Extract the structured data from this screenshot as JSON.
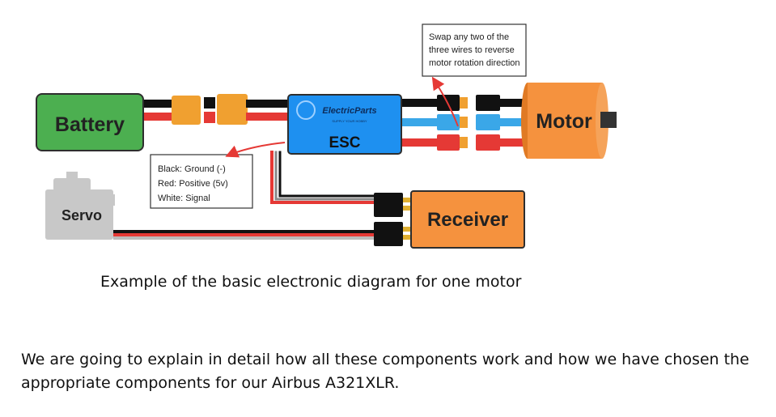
{
  "diagram": {
    "blocks": {
      "battery": "Battery",
      "esc_brand": "ElectricParts",
      "esc_tagline": "SUPPLY YOUR HOBBY",
      "esc": "ESC",
      "motor": "Motor",
      "servo": "Servo",
      "receiver": "Receiver"
    },
    "note_motor": {
      "lines": [
        "Swap any two of the",
        "three wires to reverse",
        "motor rotation direction"
      ]
    },
    "note_wires": {
      "lines": [
        "Black: Ground (-)",
        "Red: Positive (5v)",
        "White: Signal"
      ]
    },
    "colors": {
      "battery": "#4caf50",
      "esc": "#1e90f0",
      "motor": "#f5923e",
      "receiver": "#f5923e",
      "servo": "#c8c8c8",
      "connector_yellow": "#f0a030",
      "wire_black": "#111111",
      "wire_red": "#e53935",
      "wire_blue": "#3aa7e8",
      "arrow": "#e53935"
    }
  },
  "caption": "Example of the basic electronic diagram for one motor",
  "paragraph": {
    "line1": "We are going to explain in detail how all these components work and how we have chosen the",
    "line2": "appropriate components for our Airbus A321XLR."
  }
}
